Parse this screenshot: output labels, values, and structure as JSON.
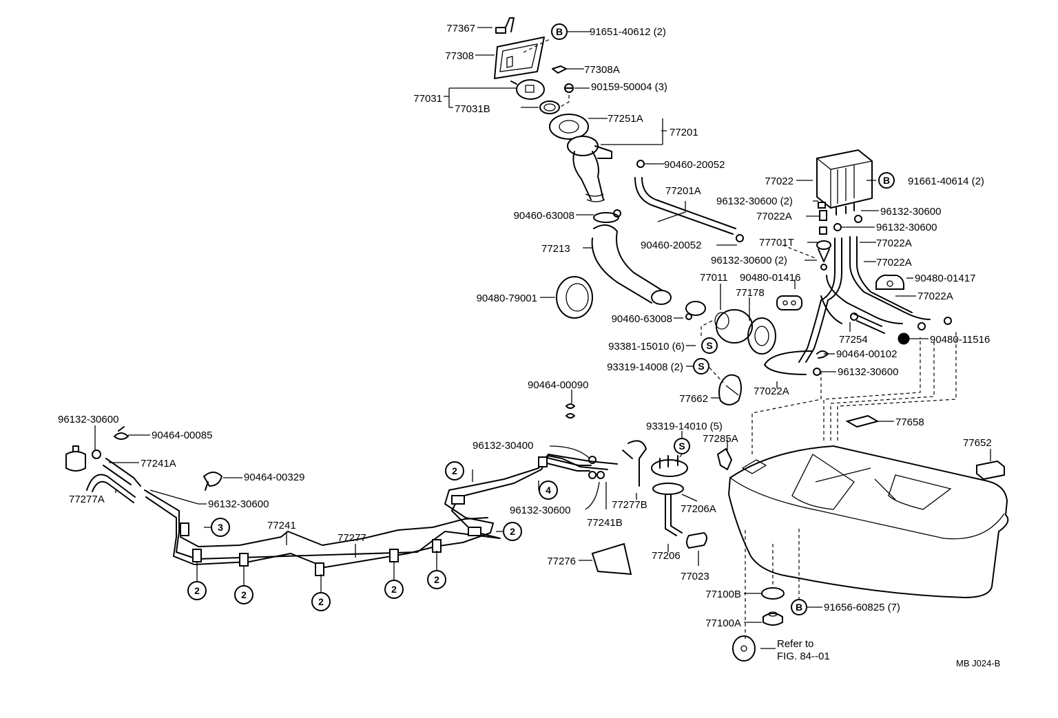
{
  "diagram_code": "MB J024-B",
  "refer_note": [
    "Refer to",
    "FIG. 84--01"
  ],
  "labels": {
    "l77367": "77367",
    "l91651": "91651-40612 (2)",
    "l77308": "77308",
    "l77308A": "77308A",
    "l77031": "77031",
    "l90159": "90159-50004 (3)",
    "l77031B": "77031B",
    "l77251A": "77251A",
    "l77201": "77201",
    "l90460_20052a": "90460-20052",
    "l77022": "77022",
    "l91661": "91661-40614 (2)",
    "l77201A": "77201A",
    "l96132_2a": "96132-30600 (2)",
    "l96132_r1": "96132-30600",
    "l90460_63008a": "90460-63008",
    "l77022A_a": "77022A",
    "l96132_r2": "96132-30600",
    "l90460_20052b": "90460-20052",
    "l77701T": "77701T",
    "l77022A_b": "77022A",
    "l77213": "77213",
    "l96132_2b": "96132-30600 (2)",
    "l77022A_c": "77022A",
    "l77011": "77011",
    "l90480_01416": "90480-01416",
    "l90480_01417": "90480-01417",
    "l77178": "77178",
    "l77022A_d": "77022A",
    "l90480_79001": "90480-79001",
    "l90460_63008b": "90460-63008",
    "l77254": "77254",
    "l90480_11516": "90480-11516",
    "l93381": "93381-15010 (6)",
    "l90464_00102": "90464-00102",
    "l93319_2": "93319-14008 (2)",
    "l96132_r3": "96132-30600",
    "l77022A_e": "77022A",
    "l90464_00090": "90464-00090",
    "l77662": "77662",
    "l96132_left": "96132-30600",
    "l77658": "77658",
    "l90464_00085": "90464-00085",
    "l93319_5": "93319-14010 (5)",
    "l77652": "77652",
    "l96132_30400": "96132-30400",
    "l77285A": "77285A",
    "l77241A": "77241A",
    "l90464_00329": "90464-00329",
    "l77277A": "77277A",
    "l96132_mid": "96132-30600",
    "l96132_low": "96132-30600",
    "l77277B": "77277B",
    "l77206A": "77206A",
    "l77241B": "77241B",
    "l77241": "77241",
    "l77277": "77277",
    "l77276": "77276",
    "l77206": "77206",
    "l77023": "77023",
    "l77100B": "77100B",
    "l91656": "91656-60825 (7)",
    "l77100A": "77100A"
  },
  "markers": {
    "B": "B",
    "S": "S",
    "n2": "2",
    "n3": "3",
    "n4": "4"
  }
}
